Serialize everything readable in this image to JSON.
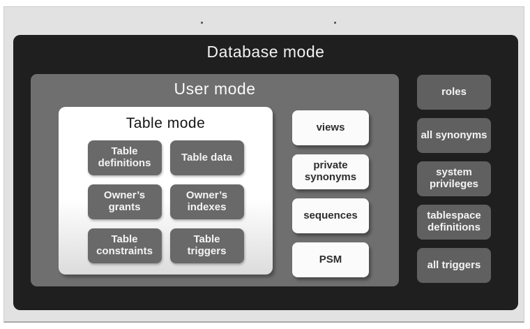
{
  "diagram": {
    "database_mode": {
      "title": "Database mode",
      "items": [
        "roles",
        "all synonyms",
        "system privileges",
        "tablespace definitions",
        "all triggers"
      ]
    },
    "user_mode": {
      "title": "User mode",
      "items": [
        "views",
        "private synonyms",
        "sequences",
        "PSM"
      ]
    },
    "table_mode": {
      "title": "Table mode",
      "items": [
        "Table definitions",
        "Table data",
        "Owner’s grants",
        "Owner’s indexes",
        "Table constraints",
        "Table triggers"
      ]
    }
  },
  "colors": {
    "page_background": "#e2e2e2",
    "database_box": "#1f1f1f",
    "user_box": "#6f6f6f",
    "table_box_top": "#ffffff",
    "table_box_bottom": "#dcdcdc",
    "dark_chip": "#696969",
    "right_chip": "#606060",
    "light_chip": "#fbfbfb",
    "light_text": "#f4f4f4",
    "dark_text": "#141414"
  }
}
